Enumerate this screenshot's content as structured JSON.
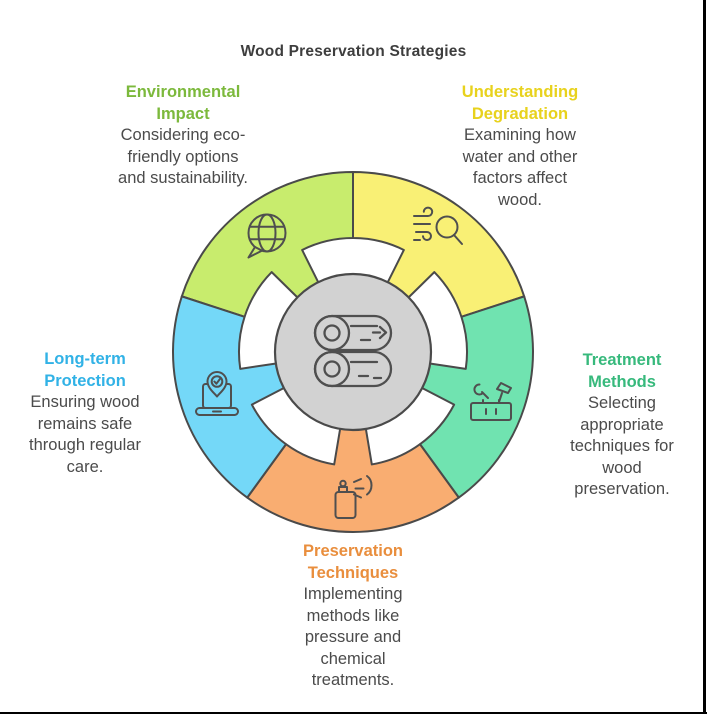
{
  "title": "Wood Preservation Strategies",
  "colors": {
    "outline": "#4a4a4a",
    "center_fill": "#d2d2d2",
    "icon_stroke": "#4f4f4f",
    "body_text": "#4b4b4b",
    "title_text": "#3e3e3e",
    "frame_border": "#000000"
  },
  "center": {
    "icon": "wood-logs-icon"
  },
  "segments": [
    {
      "name": "Environmental Impact",
      "name_lines": [
        "Environmental",
        "Impact"
      ],
      "description": "Considering eco-friendly options and sustainability.",
      "desc_lines": [
        "Considering eco-",
        "friendly options",
        "and sustainability."
      ],
      "fill": "#c8ec6d",
      "heading_color": "#7cb93c",
      "icon": "globe-chat-icon"
    },
    {
      "name": "Understanding Degradation",
      "name_lines": [
        "Understanding",
        "Degradation"
      ],
      "description": "Examining how water and other factors affect wood.",
      "desc_lines": [
        "Examining how",
        "water and other",
        "factors affect",
        "wood."
      ],
      "fill": "#f9f075",
      "heading_color": "#e8d21d",
      "icon": "wind-magnifier-icon"
    },
    {
      "name": "Treatment Methods",
      "name_lines": [
        "Treatment",
        "Methods"
      ],
      "description": "Selecting appropriate techniques for wood preservation.",
      "desc_lines": [
        "Selecting",
        "appropriate",
        "techniques for",
        "wood",
        "preservation."
      ],
      "fill": "#70e3b0",
      "heading_color": "#37b97c",
      "icon": "tools-icon"
    },
    {
      "name": "Preservation Techniques",
      "name_lines": [
        "Preservation",
        "Techniques"
      ],
      "description": "Implementing methods like pressure and chemical treatments.",
      "desc_lines": [
        "Implementing",
        "methods like",
        "pressure and",
        "chemical",
        "treatments."
      ],
      "fill": "#f9ad71",
      "heading_color": "#e98e3d",
      "icon": "spray-bottle-icon"
    },
    {
      "name": "Long-term Protection",
      "name_lines": [
        "Long-term",
        "Protection"
      ],
      "description": "Ensuring wood remains safe through regular care.",
      "desc_lines": [
        "Ensuring wood",
        "remains safe",
        "through regular",
        "care."
      ],
      "fill": "#74d8f8",
      "heading_color": "#31b2e6",
      "icon": "laptop-badge-icon"
    }
  ]
}
